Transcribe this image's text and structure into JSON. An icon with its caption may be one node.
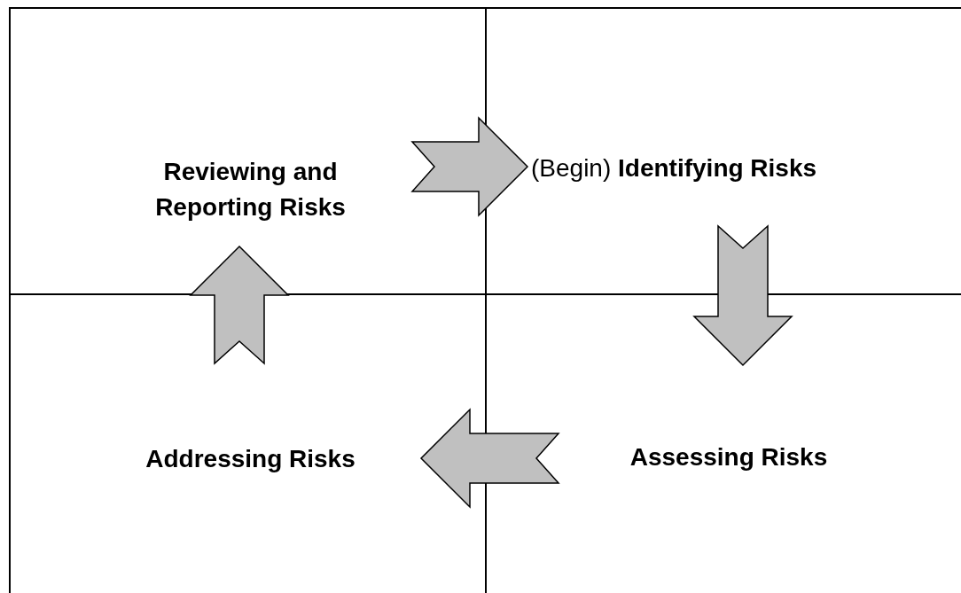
{
  "diagram": {
    "nodes": [
      {
        "text": [
          "Reviewing and Reporting Risks"
        ]
      },
      {
        "text": [
          "(Begin) **Identifying Risks**"
        ]
      },
      {
        "text": [
          "Addressing Risks"
        ]
      },
      {
        "text": [
          "Assessing Risks"
        ]
      }
    ],
    "edges": [
      {
        "from": 0,
        "to": 1,
        "arrow": "to"
      },
      {
        "from": 1,
        "to": 3,
        "arrow": "to"
      },
      {
        "from": 3,
        "to": 2,
        "arrow": "to"
      },
      {
        "from": 2,
        "to": 0,
        "arrow": "to"
      }
    ]
  }
}
